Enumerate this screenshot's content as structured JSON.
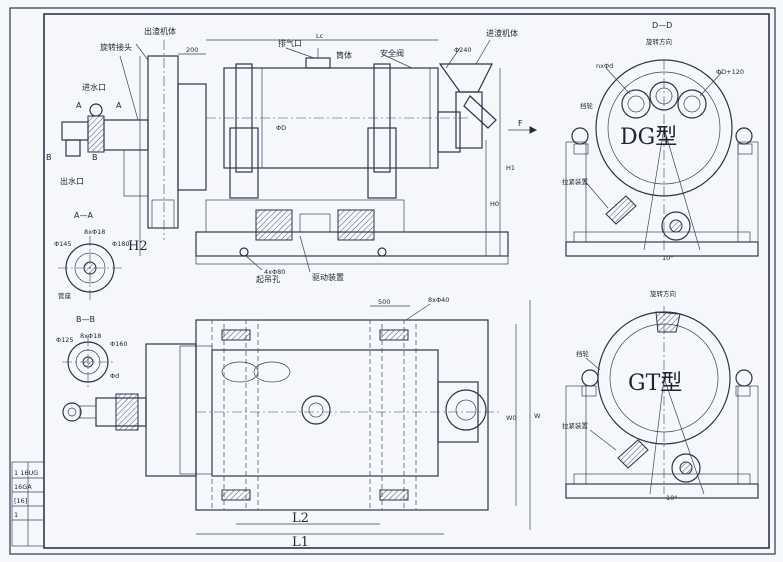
{
  "drawing": {
    "labels": {
      "outlet_shell": "出渣机体",
      "feed_shell": "进渣机体",
      "rotary_joint": "旋转接头",
      "water_inlet": "进水口",
      "water_outlet": "出水口",
      "exhaust_port": "排气口",
      "drum": "筒体",
      "safety_valve": "安全阀",
      "lifting_hole": "起吊孔",
      "drive_device": "驱动装置",
      "hole_dim": "4xΦ80",
      "rotation_dir": "旋转方向",
      "baffle": "挡轮",
      "brake_device": "拉紧装置"
    },
    "dims": {
      "dim_200": "200",
      "dim_lc": "Lc",
      "dim_phi240": "Φ240",
      "dim_phid": "ΦD",
      "dim_h1": "H1",
      "dim_h0": "H0",
      "dim_h2": "H2",
      "dim_f": "F",
      "dim_500": "500",
      "dim_8x40": "8xΦ40",
      "dim_l1": "L1",
      "dim_l2": "L2",
      "dim_w": "W",
      "dim_w0": "W0"
    },
    "section_aa": {
      "title": "A—A",
      "d1": "Φ145",
      "d2": "8xΦ18",
      "d3": "Φ180",
      "note": "管座"
    },
    "section_bb": {
      "title": "B—B",
      "d1": "Φ125",
      "d2": "8xΦ18",
      "d3": "Φ160",
      "d4": "Φd"
    },
    "section_dd": {
      "title": "D—D",
      "rotation": "旋转方向",
      "nxd": "nxΦd",
      "phid120": "ΦD+120",
      "baffle": "挡轮",
      "brake": "拉紧装置",
      "type_label": "DG型",
      "angle": "10°"
    },
    "section_gt": {
      "rotation": "旋转方向",
      "baffle": "挡轮",
      "brake": "拉紧装置",
      "type_label": "GT型",
      "angle": "10°"
    },
    "markers": {
      "a1": "A",
      "a2": "A",
      "b1": "B",
      "b2": "B"
    },
    "title_block": {
      "rows": [
        "1 16UG",
        "16GA",
        "[16]",
        "1"
      ]
    }
  }
}
